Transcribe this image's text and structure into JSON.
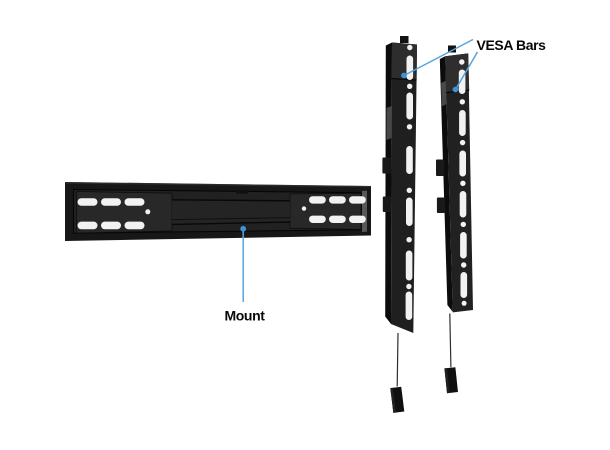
{
  "diagram": {
    "labels": {
      "mount": "Mount",
      "vesa_bars": "VESA Bars"
    },
    "colors": {
      "background": "#ffffff",
      "part_black": "#1e1e1e",
      "hole_white": "#f2f2f2",
      "leader_blue": "#58a3dc",
      "leader_dot_blue": "#3f92d3",
      "label_text": "#080808"
    },
    "parts": [
      "mount",
      "vesa-bar-left",
      "vesa-bar-right"
    ]
  }
}
